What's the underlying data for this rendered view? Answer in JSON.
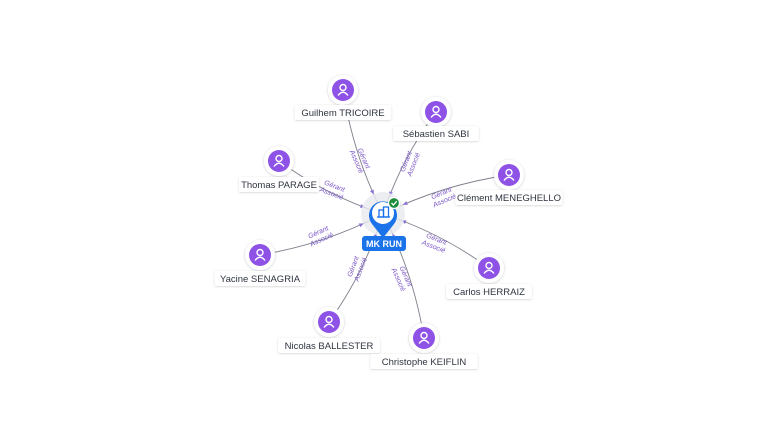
{
  "center": {
    "name": "MK RUN",
    "icon": "building-icon",
    "status_icon": "check-badge-icon",
    "accent": "#1a73e8",
    "status_color": "#1e8e3e"
  },
  "person_icon": "person-icon",
  "person_color": "#8e52e6",
  "edge_label_lines": [
    "Gérant",
    "Associé"
  ],
  "nodes": [
    {
      "id": "guilhem",
      "name": "Guilhem TRICOIRE",
      "relation": [
        "Gérant",
        "Associé"
      ]
    },
    {
      "id": "sebastien",
      "name": "Sébastien SABI",
      "relation": [
        "Gérant",
        "Associé"
      ]
    },
    {
      "id": "thomas",
      "name": "Thomas PARAGE",
      "relation": [
        "Gérant",
        "Associé"
      ]
    },
    {
      "id": "clement",
      "name": "Clément MENEGHELLO",
      "relation": [
        "Gérant",
        "Associé"
      ]
    },
    {
      "id": "yacine",
      "name": "Yacine SENAGRIA",
      "relation": [
        "Gérant",
        "Associé"
      ]
    },
    {
      "id": "carlos",
      "name": "Carlos HERRAIZ",
      "relation": [
        "Gérant",
        "Associé"
      ]
    },
    {
      "id": "nicolas",
      "name": "Nicolas BALLESTER",
      "relation": [
        "Gérant",
        "Associé"
      ]
    },
    {
      "id": "christophe",
      "name": "Christophe KEIFLIN",
      "relation": [
        "Gérant",
        "Associé"
      ]
    }
  ]
}
